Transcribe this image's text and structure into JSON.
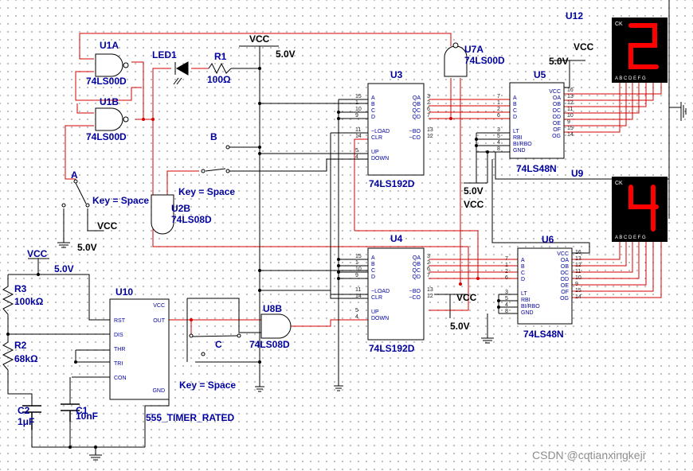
{
  "components": {
    "u1a": {
      "ref": "U1A",
      "part": "74LS00D"
    },
    "u1b": {
      "ref": "U1B",
      "part": "74LS00D"
    },
    "u7a": {
      "ref": "U7A",
      "part": "74LS00D"
    },
    "u2b": {
      "ref": "U2B",
      "part": "74LS08D"
    },
    "u8b": {
      "ref": "U8B",
      "part": "74LS08D"
    },
    "u3": {
      "ref": "U3",
      "part": "74LS192D"
    },
    "u4": {
      "ref": "U4",
      "part": "74LS192D"
    },
    "u5": {
      "ref": "U5",
      "part": "74LS48N"
    },
    "u6": {
      "ref": "U6",
      "part": "74LS48N"
    },
    "u9": {
      "ref": "U9"
    },
    "u12": {
      "ref": "U12"
    },
    "u10": {
      "ref": "U10",
      "part": "555_TIMER_RATED"
    },
    "led1": {
      "ref": "LED1"
    },
    "r1": {
      "ref": "R1",
      "value": "100Ω"
    },
    "r2": {
      "ref": "R2",
      "value": "68kΩ"
    },
    "r3": {
      "ref": "R3",
      "value": "100kΩ"
    },
    "c1": {
      "ref": "C1",
      "value": "10nF"
    },
    "c2": {
      "ref": "C2",
      "value": "1μF"
    }
  },
  "power": {
    "vcc": "VCC",
    "v5": "5.0V"
  },
  "switches": {
    "a": "A",
    "b": "B",
    "c": "C",
    "key": "Key = Space"
  },
  "pins": {
    "counter_left": [
      "A",
      "B",
      "C",
      "D",
      "~LOAD",
      "CLR",
      "UP",
      "DOWN"
    ],
    "counter_right": [
      "QA",
      "QB",
      "QC",
      "QD",
      "~BO",
      "~CO"
    ],
    "counter_left_nums": [
      "15",
      "1",
      "10",
      "9",
      "11",
      "14",
      "5",
      "4"
    ],
    "counter_right_nums": [
      "3",
      "2",
      "6",
      "7",
      "13",
      "12"
    ],
    "dec_left": [
      "A",
      "B",
      "C",
      "D",
      "LT",
      "RBI",
      "BI/RBO",
      "GND"
    ],
    "dec_left_nums": [
      "7",
      "1",
      "2",
      "6",
      "3",
      "5",
      "4",
      "8"
    ],
    "dec_right": [
      "VCC",
      "OA",
      "OB",
      "OC",
      "OD",
      "OE",
      "OF",
      "OG"
    ],
    "dec_right_nums": [
      "16",
      "13",
      "12",
      "11",
      "10",
      "9",
      "15",
      "14"
    ],
    "timer_left": [
      "RST",
      "DIS",
      "THR",
      "TRI",
      "CON"
    ],
    "timer_right": [
      "VCC",
      "OUT",
      "GND"
    ]
  },
  "displays": {
    "top": {
      "digit": "2",
      "ck": "CK",
      "segments": "A B C D E F G"
    },
    "bottom": {
      "digit": "4",
      "ck": "CK",
      "segments": "A B C D E F G"
    }
  },
  "watermark": "CSDN @cqtianxingkeji",
  "colors": {
    "wire": "#d40000",
    "wire_black": "#000000",
    "label": "#0000a0",
    "display_bg": "#000000",
    "segment_on": "#ff0000"
  }
}
